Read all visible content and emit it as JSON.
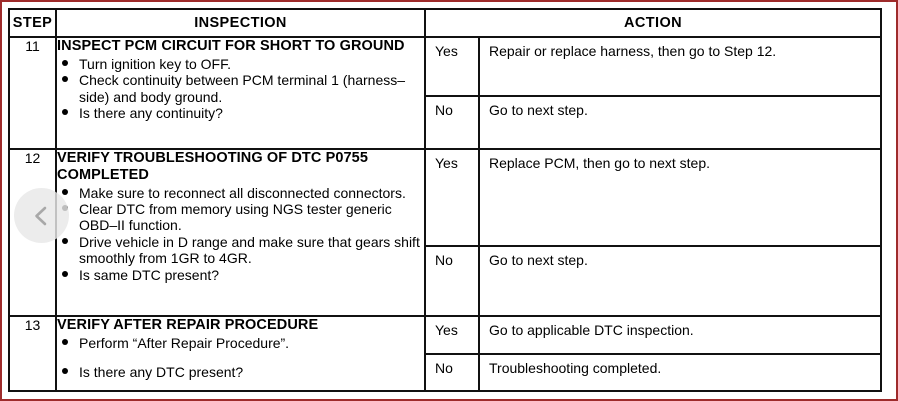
{
  "document": {
    "kind": "diagnostic-troubleshooting-table",
    "border_color": "#9e2b2b",
    "rule_color": "#111111"
  },
  "table": {
    "headers": {
      "step": "STEP",
      "inspection": "INSPECTION",
      "action": "ACTION"
    },
    "rows": [
      {
        "step": "11",
        "title": "INSPECT PCM CIRCUIT FOR SHORT TO GROUND",
        "items": [
          "Turn ignition key to OFF.",
          "Check continuity between PCM terminal 1 (harness–side) and body ground.",
          "Is there any continuity?"
        ],
        "results": [
          {
            "answer": "Yes",
            "action": "Repair or replace harness, then go to Step 12."
          },
          {
            "answer": "No",
            "action": "Go to next step."
          }
        ]
      },
      {
        "step": "12",
        "title": "VERIFY TROUBLESHOOTING OF DTC P0755 COMPLETED",
        "items": [
          "Make sure to reconnect all disconnected connectors.",
          "Clear DTC from memory using NGS tester generic OBD–II function.",
          "Drive vehicle in D range and make sure that gears shift smoothly from 1GR to 4GR.",
          "Is same DTC present?"
        ],
        "results": [
          {
            "answer": "Yes",
            "action": "Replace PCM, then go to next step."
          },
          {
            "answer": "No",
            "action": "Go to next step."
          }
        ]
      },
      {
        "step": "13",
        "title": "VERIFY AFTER REPAIR PROCEDURE",
        "items": [
          "Perform “After Repair Procedure”.",
          "Is there any DTC present?"
        ],
        "results": [
          {
            "answer": "Yes",
            "action": "Go to applicable DTC inspection."
          },
          {
            "answer": "No",
            "action": "Troubleshooting completed."
          }
        ]
      }
    ]
  },
  "overlay": {
    "prev_button": {
      "icon": "chevron-left-icon",
      "label": ""
    }
  }
}
